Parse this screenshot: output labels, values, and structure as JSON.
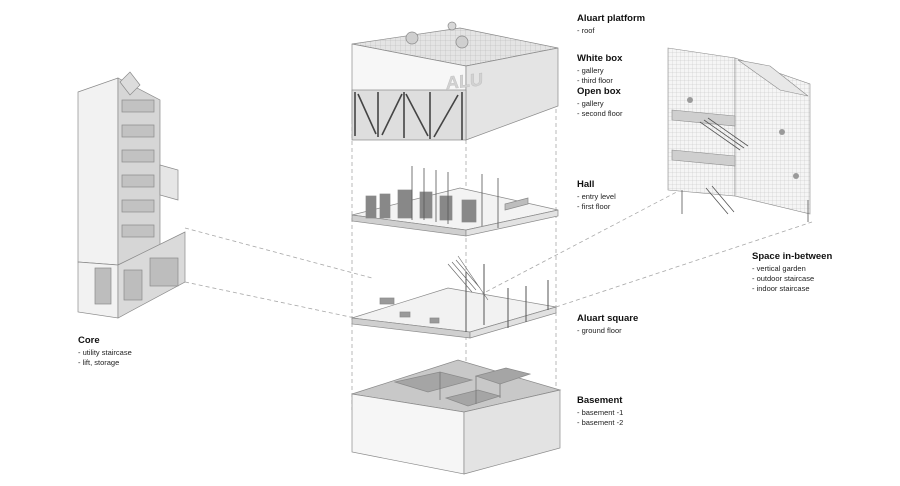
{
  "layers": {
    "platform": {
      "title": "Aluart platform",
      "items": [
        "- roof"
      ]
    },
    "white_box": {
      "title": "White box",
      "items": [
        "- gallery",
        "- third floor"
      ]
    },
    "open_box": {
      "title": "Open box",
      "items": [
        "- gallery",
        "- second floor"
      ]
    },
    "hall": {
      "title": "Hall",
      "items": [
        "- entry level",
        "- first floor"
      ]
    },
    "square": {
      "title": "Aluart square",
      "items": [
        "- ground floor"
      ]
    },
    "basement": {
      "title": "Basement",
      "items": [
        "- basement -1",
        "- basement -2"
      ]
    }
  },
  "core": {
    "title": "Core",
    "items": [
      "- utility staircase",
      "- lift, storage"
    ]
  },
  "space_between": {
    "title": "Space in-between",
    "items": [
      "- vertical garden",
      "- outdoor staircase",
      "- indoor staircase"
    ]
  },
  "building_sign": "ALU",
  "colors": {
    "line": "#9a9a9a",
    "wall": "#eeeeee",
    "wall_dark": "#cfcfcf",
    "ink": "#111111"
  }
}
